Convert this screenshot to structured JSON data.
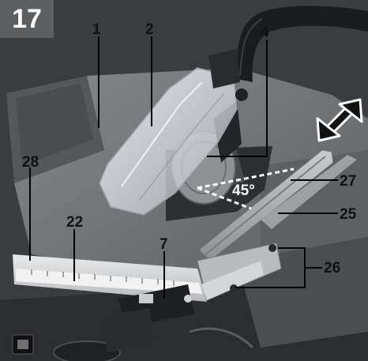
{
  "figure": {
    "number": "17"
  },
  "callouts": {
    "c1": "1",
    "c2": "2",
    "c4": "4",
    "c7": "7",
    "c22": "22",
    "c25": "25",
    "c26": "26",
    "c27": "27",
    "c28": "28"
  },
  "angle": "45°",
  "colors": {
    "background": "#3b3d40",
    "table_top": "#6e7174",
    "badge": "#5d5e60",
    "fence": "#a9acaf",
    "guard": "#d8dde2",
    "hose": "#1a1a1a"
  }
}
